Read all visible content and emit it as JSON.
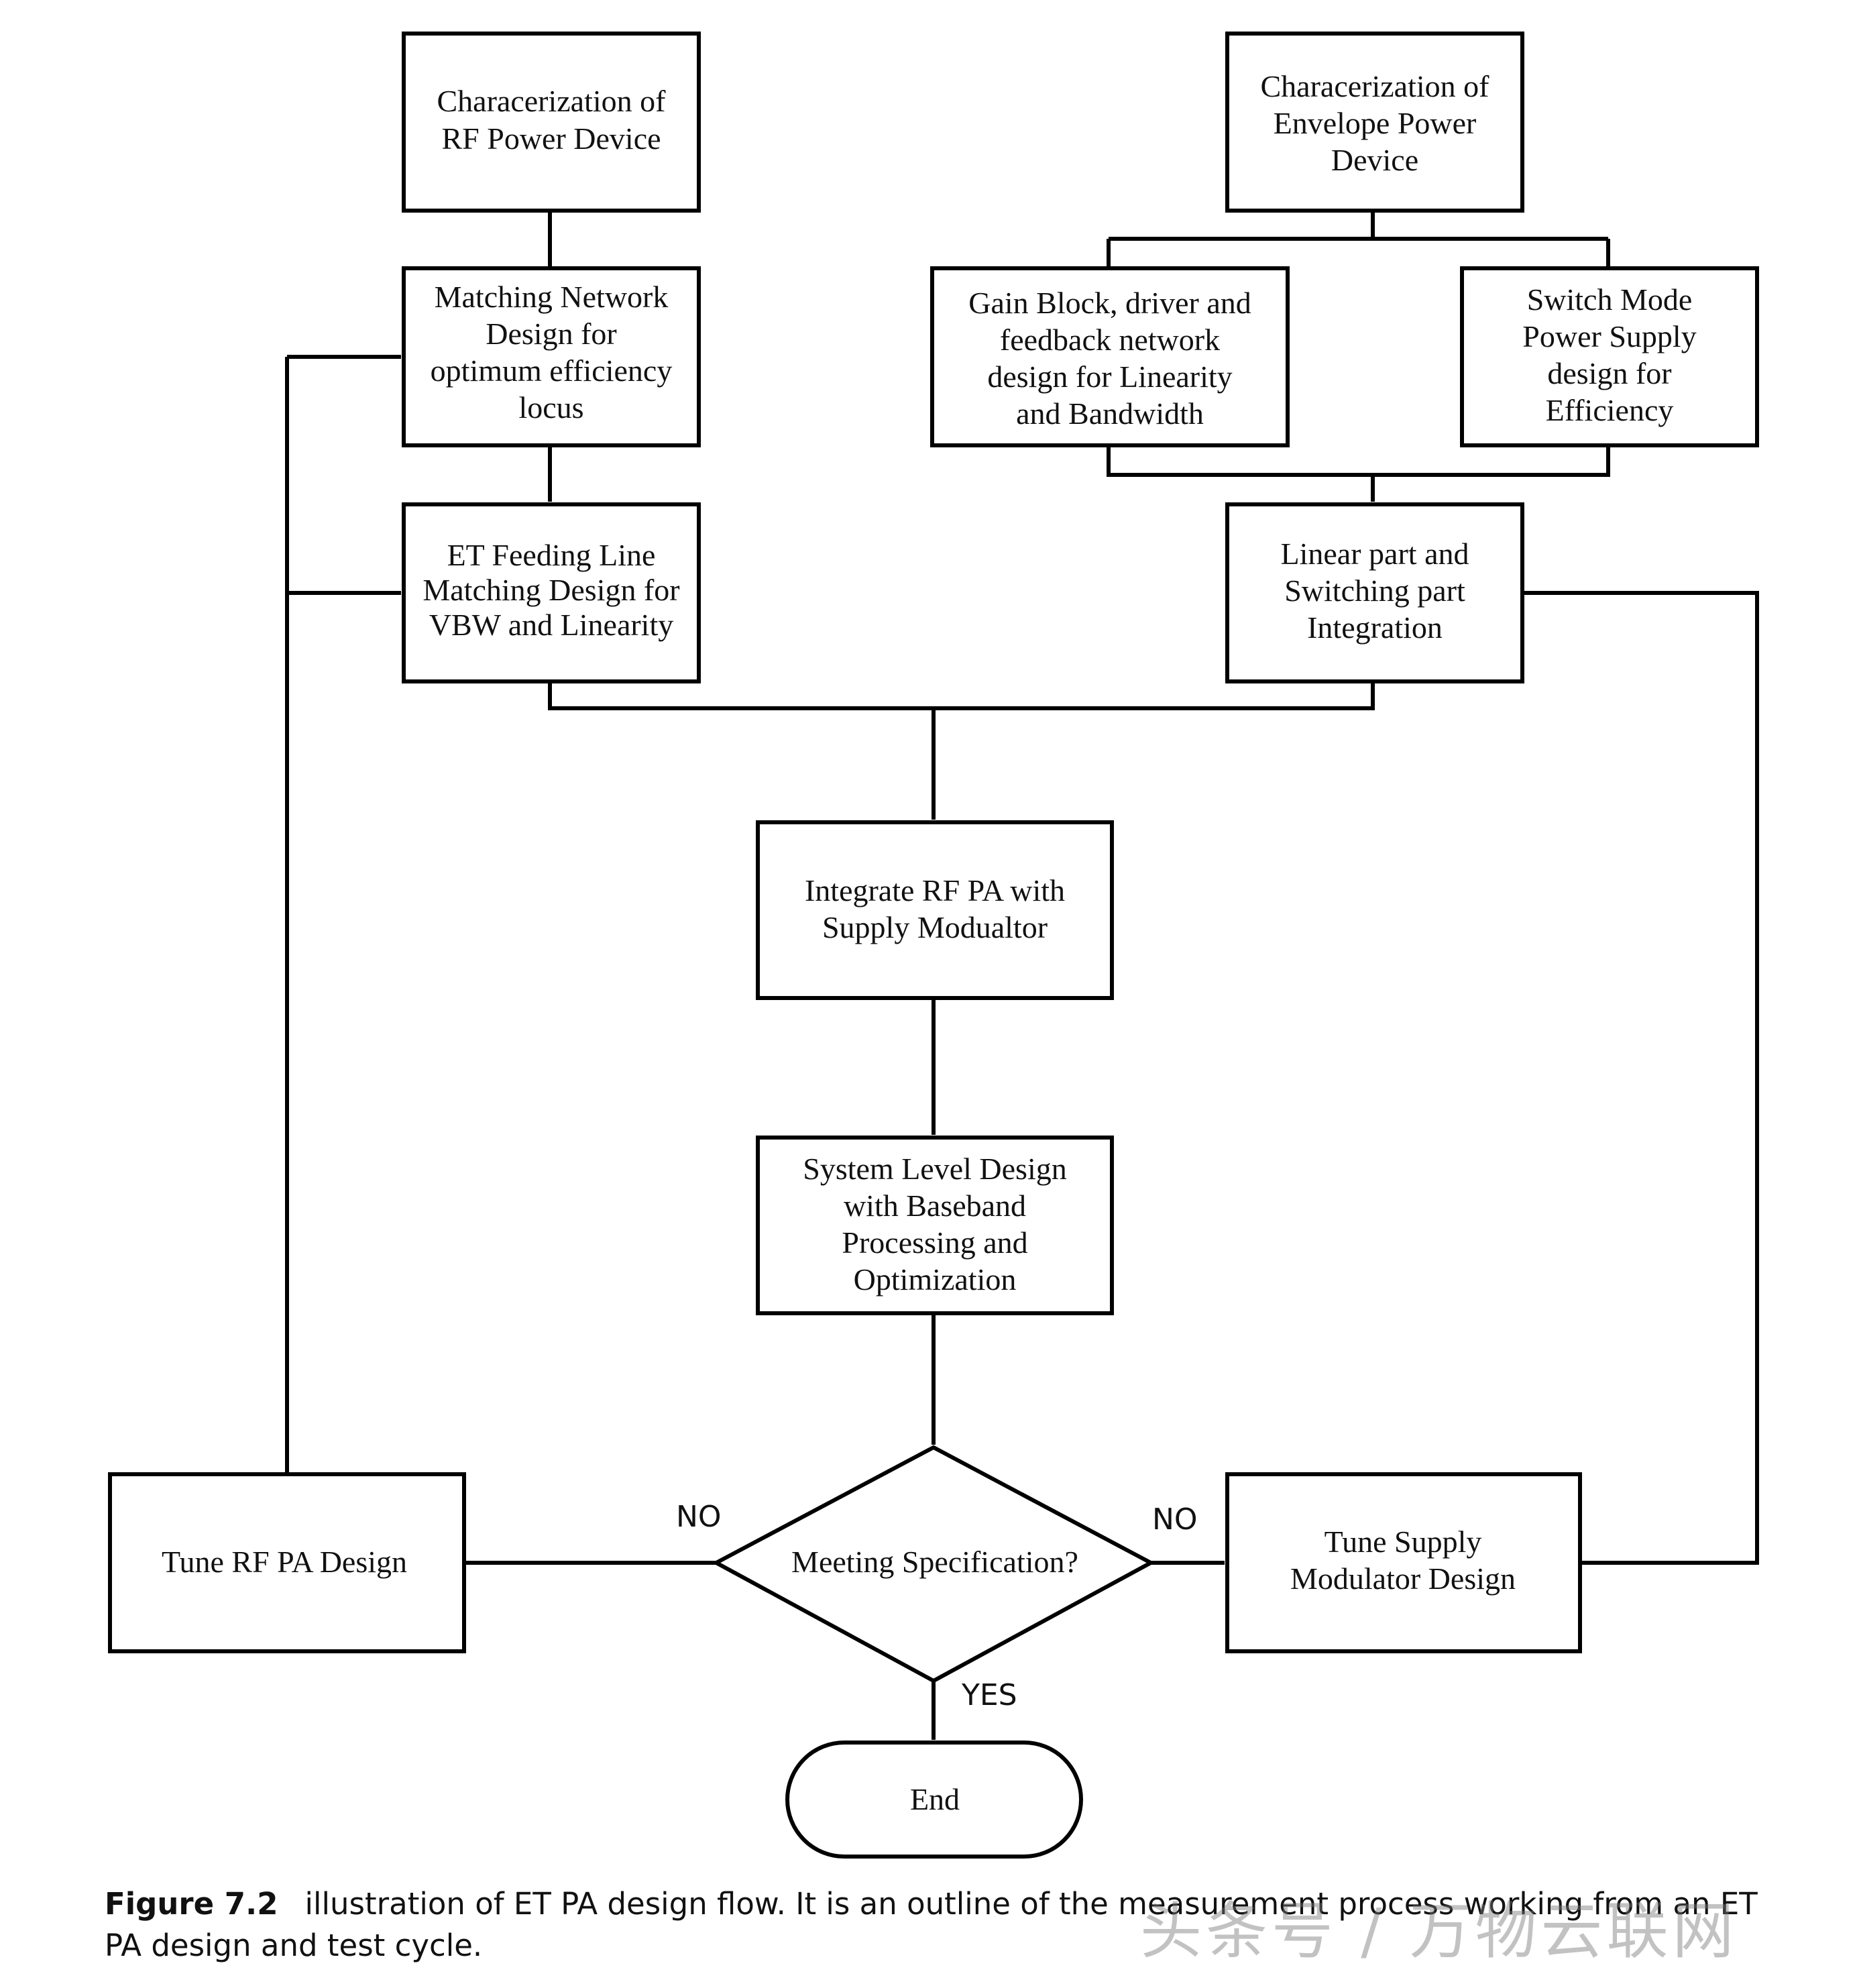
{
  "diagram": {
    "nodes": {
      "rf_char": [
        "Characerization of",
        "RF Power Device"
      ],
      "env_char": [
        "Characerization of",
        "Envelope Power",
        "Device"
      ],
      "matching": [
        "Matching Network",
        "Design for",
        "optimum efficiency",
        "locus"
      ],
      "gain_block": [
        "Gain Block, driver and",
        "feedback network",
        "design for Linearity",
        "and Bandwidth"
      ],
      "smps": [
        "Switch Mode",
        "Power Supply",
        "design for",
        "Efficiency"
      ],
      "et_feed": [
        "ET Feeding Line",
        "Matching Design for",
        "VBW and Linearity"
      ],
      "lin_switch": [
        "Linear part and",
        "Switching part",
        "Integration"
      ],
      "integrate": [
        "Integrate RF PA with",
        "Supply Modualtor"
      ],
      "system": [
        "System Level Design",
        "with Baseband",
        "Processing and",
        "Optimization"
      ],
      "decision": [
        "Meeting Specification?"
      ],
      "tune_rf": [
        "Tune RF PA Design"
      ],
      "tune_supply": [
        "Tune Supply",
        "Modulator Design"
      ],
      "end": [
        "End"
      ]
    },
    "edge_labels": {
      "no_left": "NO",
      "no_right": "NO",
      "yes": "YES"
    }
  },
  "caption": {
    "figure_label": "Figure 7.2",
    "text": "illustration of ET PA design flow. It is an outline of the measurement process working from an ET PA design and test cycle."
  },
  "watermark": "头条号 / 万物云联网"
}
